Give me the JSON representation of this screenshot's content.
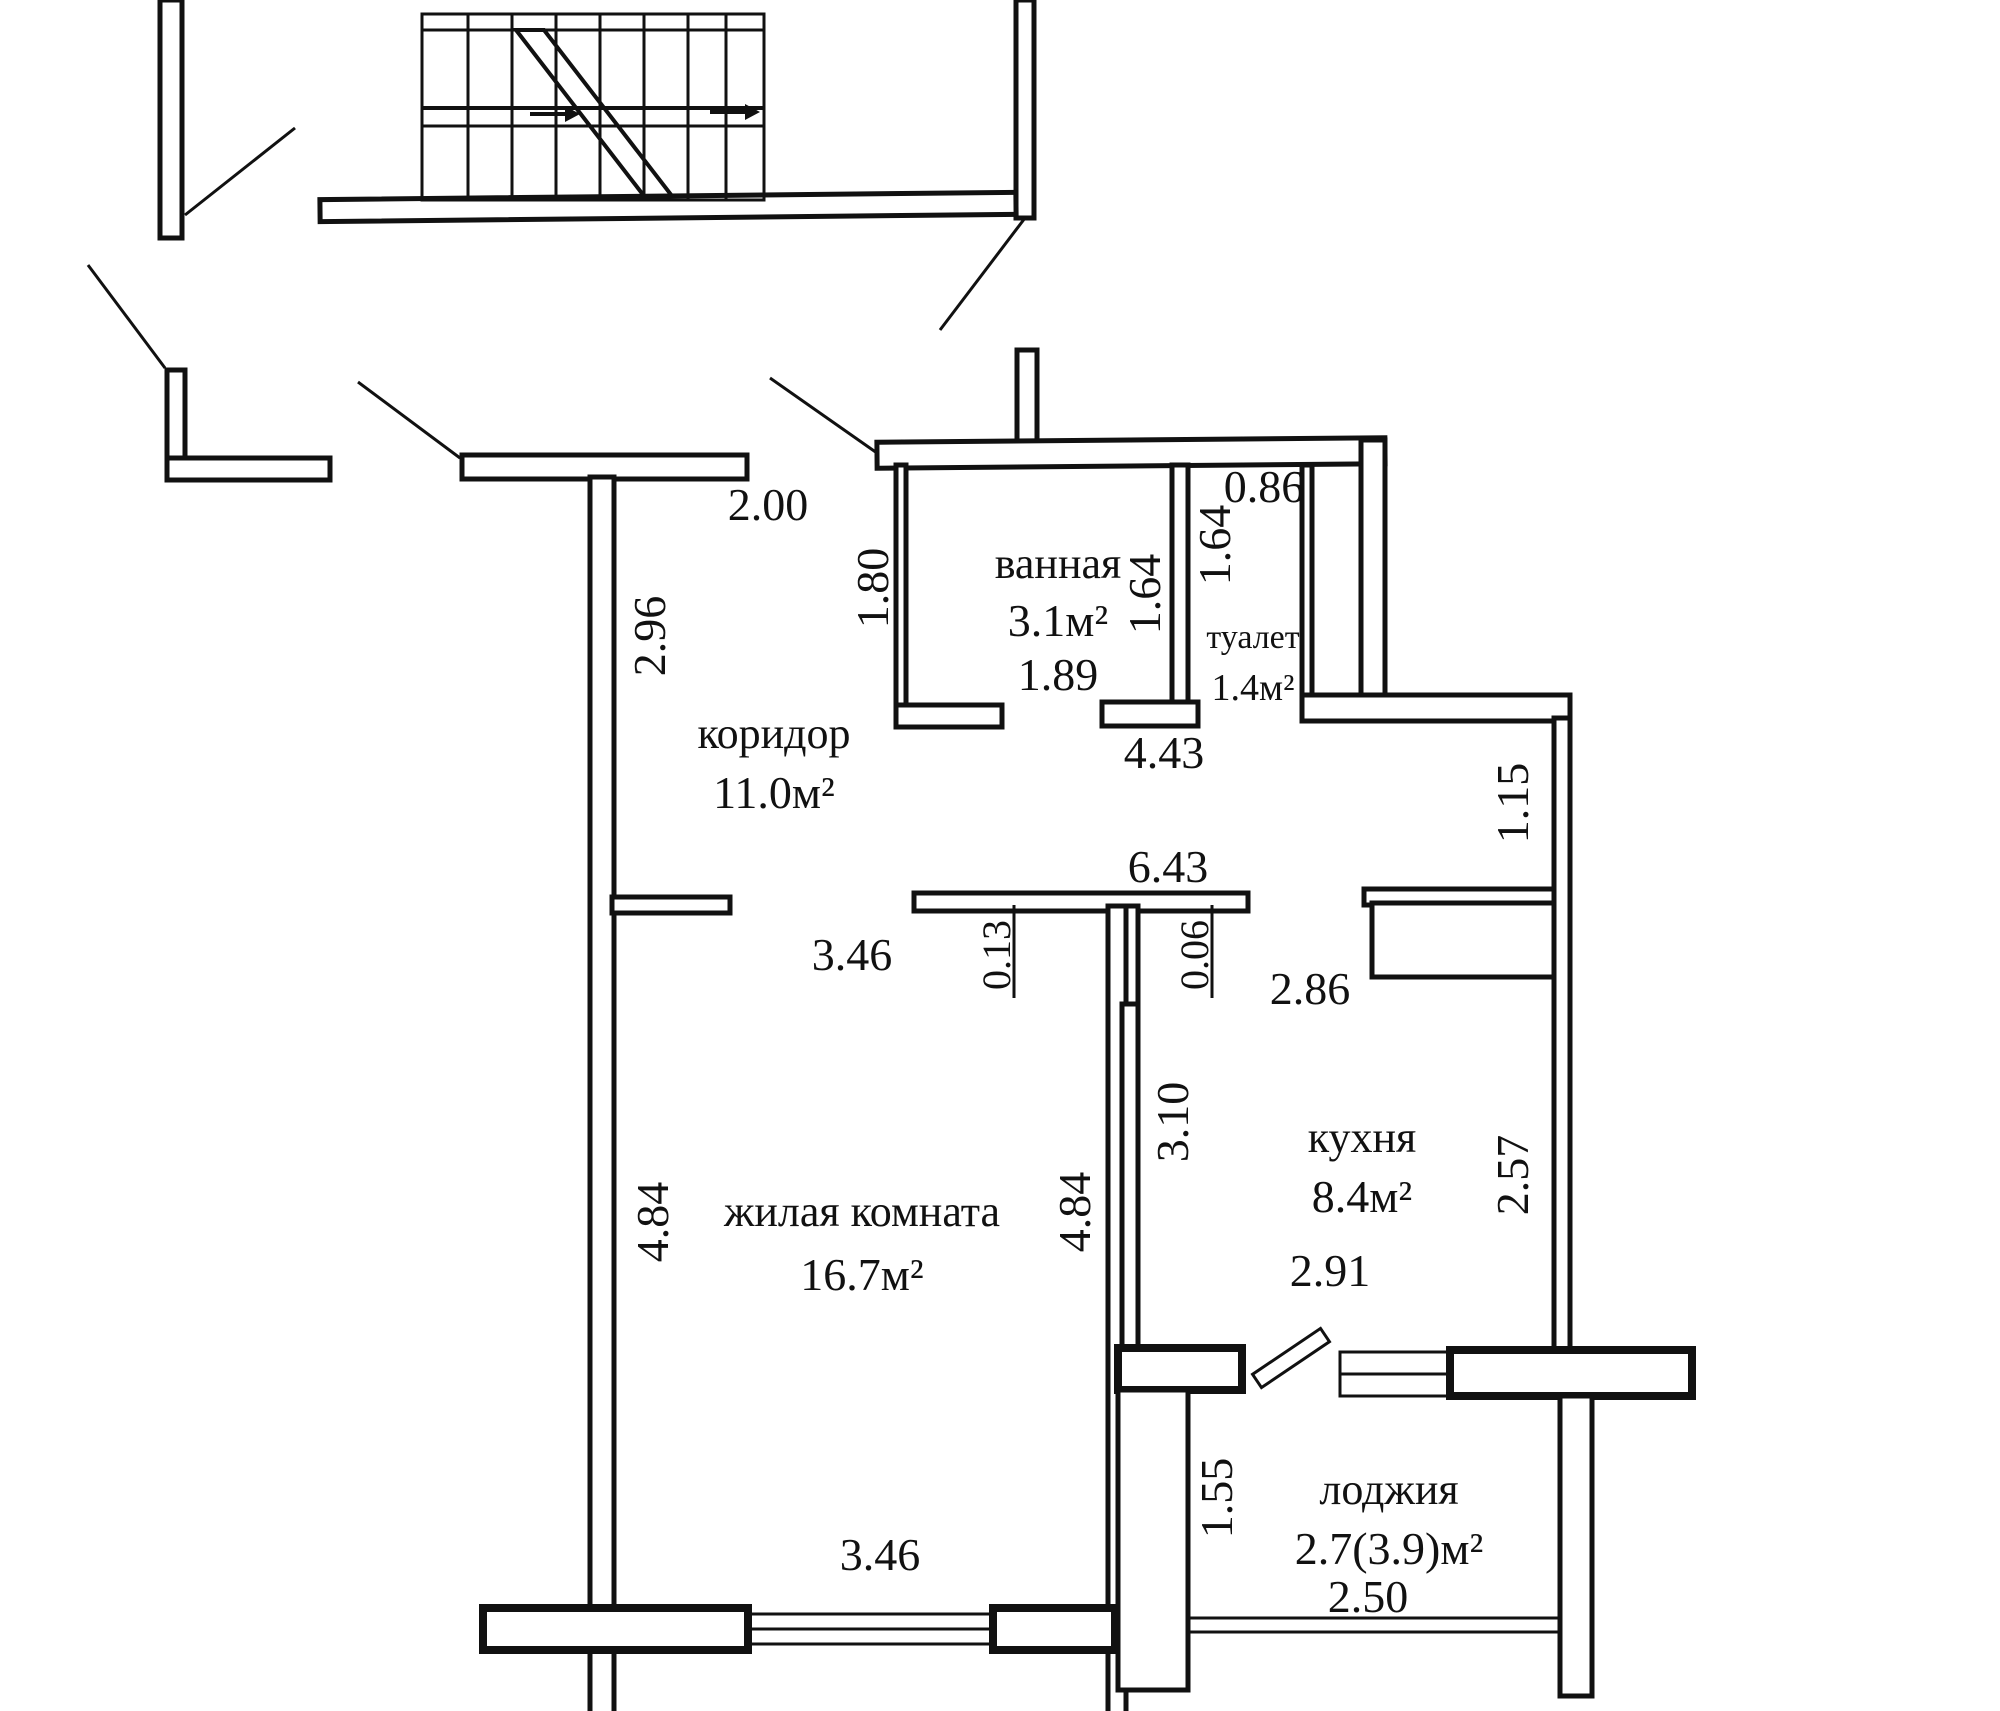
{
  "rooms": {
    "bath": {
      "name": "ванная",
      "area": "3.1м²"
    },
    "toilet": {
      "name": "туалет",
      "area": "1.4м²"
    },
    "corridor": {
      "name": "коридор",
      "area": "11.0м²"
    },
    "living": {
      "name": "жилая комната",
      "area": "16.7м²"
    },
    "kitchen": {
      "name": "кухня",
      "area": "8.4м²"
    },
    "loggia": {
      "name": "лоджия",
      "area": "2.7(3.9)м²"
    }
  },
  "dimensions": {
    "corridor_top": "2.00",
    "corridor_side": "2.96",
    "bath_height": "1.80",
    "bath_width": "1.89",
    "bath_right": "1.64",
    "toilet_left": "1.64",
    "toilet_width": "0.86",
    "hall_span": "4.43",
    "kitchen_top_span": "6.43",
    "corridor_lower": "3.46",
    "wall_a": "0.13",
    "wall_b": "0.06",
    "kitchen_upper_right": "1.15",
    "kitchen_width_top": "2.86",
    "kitchen_left": "3.10",
    "kitchen_right": "2.57",
    "kitchen_bottom": "2.91",
    "living_left": "4.84",
    "living_right": "4.84",
    "living_bottom": "3.46",
    "loggia_side": "1.55",
    "loggia_bottom": "2.50"
  }
}
